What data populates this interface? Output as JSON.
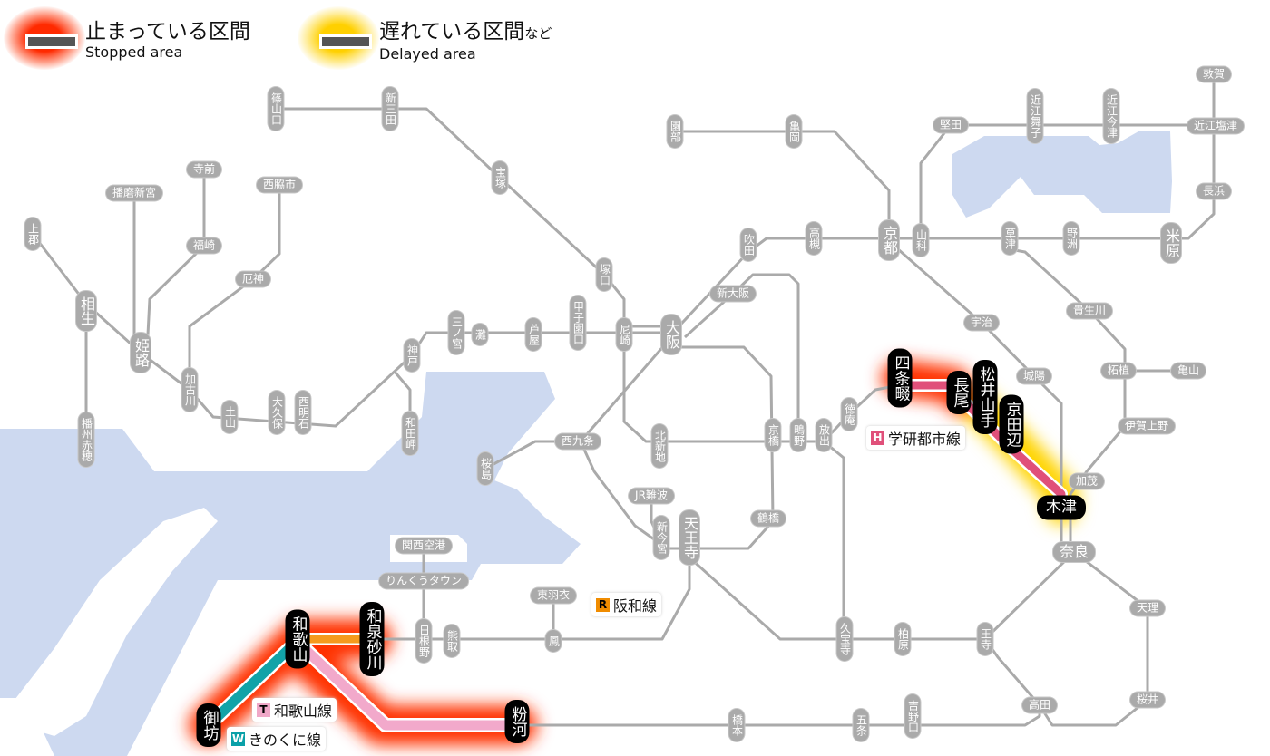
{
  "legend": {
    "stopped": {
      "jp": "止まっている区間",
      "en": "Stopped area",
      "color": "#ff3300"
    },
    "delayed": {
      "jp": "遅れている区間",
      "jp_suffix": "など",
      "en": "Delayed area",
      "color": "#ffd400"
    }
  },
  "line_labels": [
    {
      "badge": "H",
      "name": "学研都市線",
      "color": "#e0507a"
    },
    {
      "badge": "R",
      "name": "阪和線",
      "color": "#f08c00"
    },
    {
      "badge": "T",
      "name": "和歌山線",
      "color": "#f0a8c8"
    },
    {
      "badge": "W",
      "name": "きのくに線",
      "color": "#0aa0a8"
    }
  ],
  "stations": [
    "篠山口",
    "新三田",
    "宝塚",
    "塚口",
    "上郡",
    "播磨新宮",
    "寺前",
    "西脇市",
    "福崎",
    "相生",
    "厄神",
    "姫路",
    "加古川",
    "土山",
    "大久保",
    "西明石",
    "神戸",
    "三ノ宮",
    "灘",
    "芦屋",
    "甲子園口",
    "尼崎",
    "大阪",
    "和田岬",
    "播州赤穂",
    "新大阪",
    "吹田",
    "高槻",
    "京都",
    "園部",
    "亀岡",
    "山科",
    "堅田",
    "近江舞子",
    "近江今津",
    "敦賀",
    "近江塩津",
    "長浜",
    "草津",
    "野洲",
    "米原",
    "宇治",
    "貴生川",
    "城陽",
    "柘植",
    "亀山",
    "伊賀上野",
    "加茂",
    "木津",
    "奈良",
    "天理",
    "桜井",
    "王寺",
    "高田",
    "柏原",
    "久宝寺",
    "吉野口",
    "五条",
    "橋本",
    "四条畷",
    "長尾",
    "松井山手",
    "京田辺",
    "徳庵",
    "放出",
    "鴫野",
    "京橋",
    "北新地",
    "西九条",
    "桜島",
    "JR難波",
    "新今宮",
    "天王寺",
    "鶴橋",
    "関西空港",
    "りんくうタウン",
    "東羽衣",
    "鳳",
    "日根野",
    "熊取",
    "和歌山",
    "和泉砂川",
    "御坊",
    "粉河"
  ],
  "colors": {
    "line": "#aaaaaa",
    "water": "#cdd9f0",
    "stopped_glow": "#ff3300",
    "delayed_glow": "#ffd400",
    "gakken": "#e0507a",
    "hanwa": "#f59a1e",
    "wakayama": "#f2a9cb",
    "kinokuni": "#12a3a8"
  }
}
